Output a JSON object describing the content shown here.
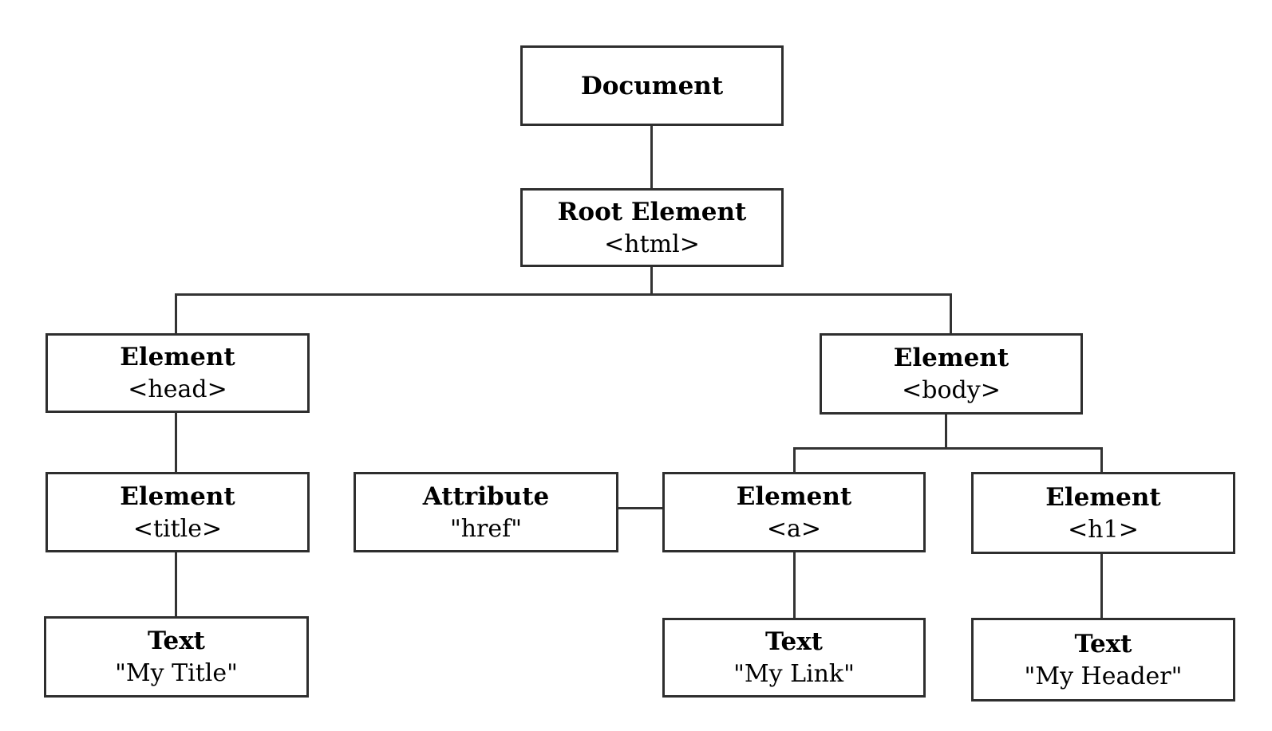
{
  "diagram": {
    "description": "DOM tree of an HTML document",
    "colors": {
      "background": "#ffffff",
      "box_border": "#2e2e2e",
      "connector_line": "#333333",
      "text": "#000000"
    },
    "nodes": {
      "document": {
        "label": "Document"
      },
      "root": {
        "label": "Root Element",
        "value": "<html>"
      },
      "head": {
        "label": "Element",
        "value": "<head>"
      },
      "body": {
        "label": "Element",
        "value": "<body>"
      },
      "title": {
        "label": "Element",
        "value": "<title>"
      },
      "attribute": {
        "label": "Attribute",
        "value": "\"href\""
      },
      "a": {
        "label": "Element",
        "value": "<a>"
      },
      "h1": {
        "label": "Element",
        "value": "<h1>"
      },
      "text_title": {
        "label": "Text",
        "value": "\"My Title\""
      },
      "text_link": {
        "label": "Text",
        "value": "\"My Link\""
      },
      "text_header": {
        "label": "Text",
        "value": "\"My Header\""
      }
    },
    "edges": [
      {
        "from": "document",
        "to": "root"
      },
      {
        "from": "root",
        "to": "head"
      },
      {
        "from": "root",
        "to": "body"
      },
      {
        "from": "head",
        "to": "title"
      },
      {
        "from": "title",
        "to": "text_title"
      },
      {
        "from": "attribute",
        "to": "a"
      },
      {
        "from": "body",
        "to": "a"
      },
      {
        "from": "body",
        "to": "h1"
      },
      {
        "from": "a",
        "to": "text_link"
      },
      {
        "from": "h1",
        "to": "text_header"
      }
    ]
  }
}
